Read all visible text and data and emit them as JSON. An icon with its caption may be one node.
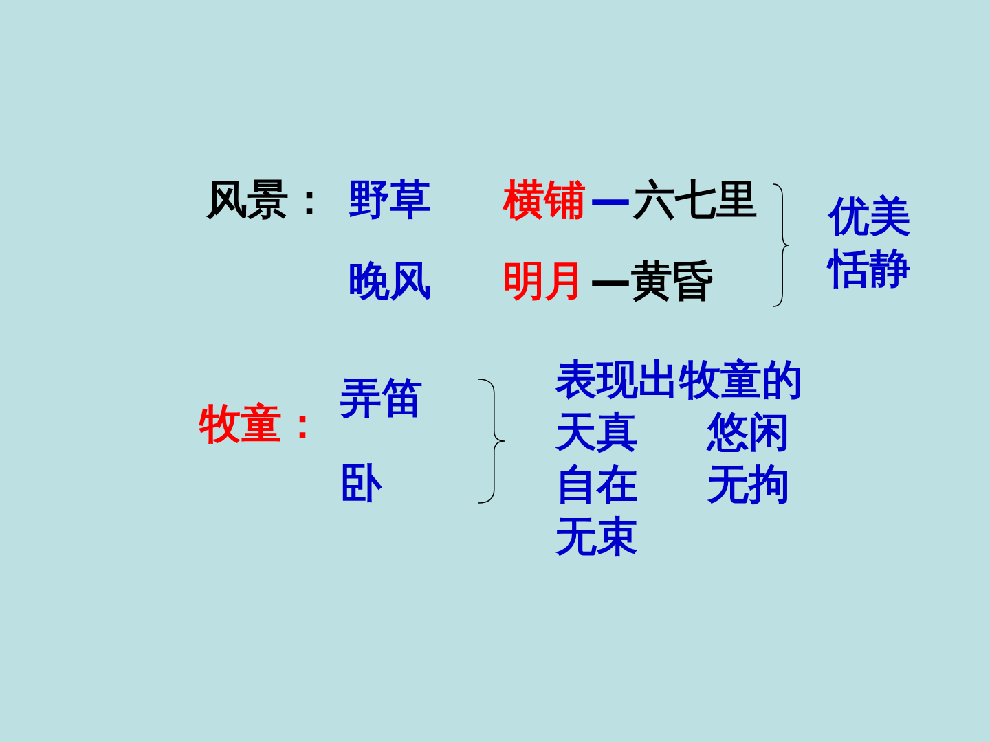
{
  "diagram": {
    "labels": [
      "风景：",
      "野草",
      "横铺",
      "—",
      "六七里",
      "优美恬静",
      "晚风",
      "明月",
      "—黄昏",
      "牧童：",
      "弄笛",
      "卧",
      "表现出牧童的天真 悠闲自在 无拘无束"
    ]
  }
}
